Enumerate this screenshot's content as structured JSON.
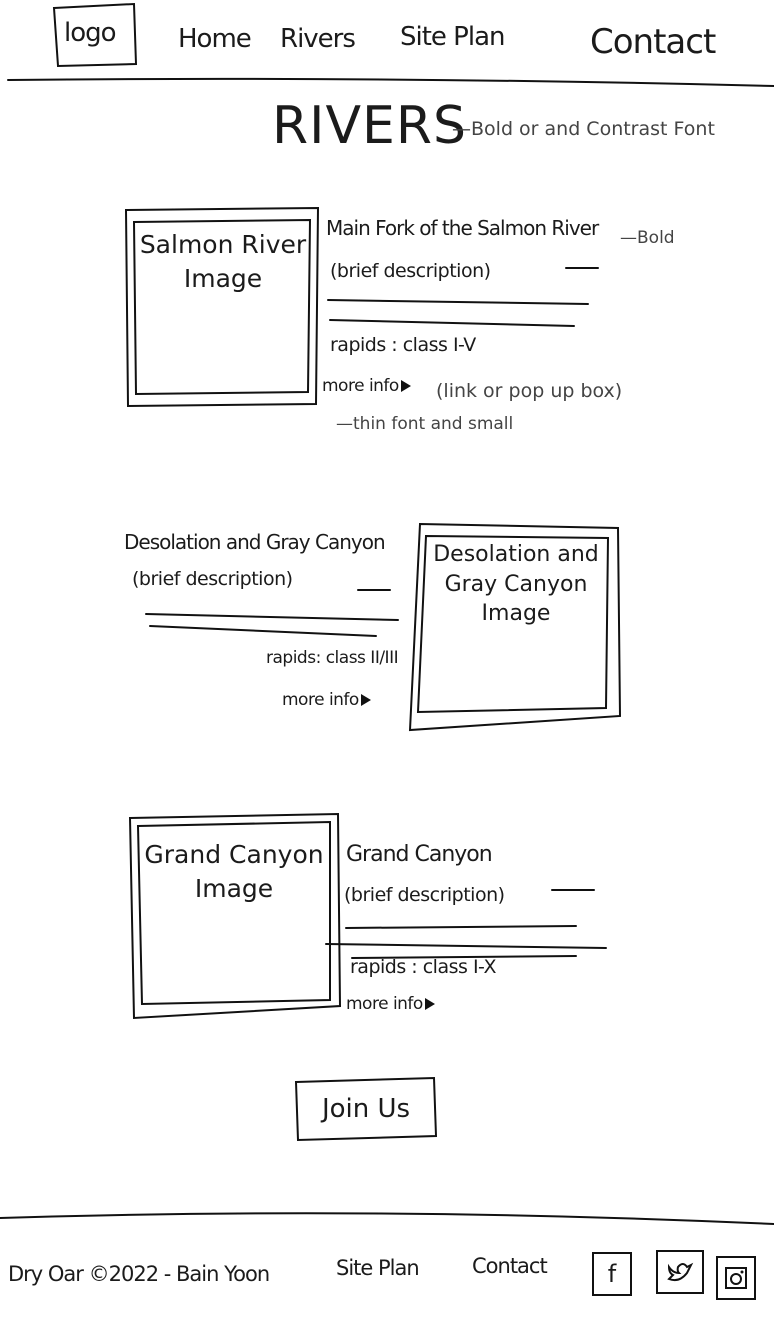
{
  "nav": {
    "logo": "logo",
    "items": [
      "Home",
      "Rivers",
      "Site Plan",
      "Contact"
    ]
  },
  "page": {
    "title": "RIVERS",
    "title_note": "—Bold or and Contrast Font"
  },
  "rivers": [
    {
      "image_label": "Salmon River Image",
      "title": "Main Fork of the Salmon River",
      "title_note": "—Bold",
      "description": "(brief description)",
      "rapids": "rapids : class I-V",
      "more_info": "more info",
      "more_info_note": "(link or pop up box)",
      "font_note": "—thin font and small"
    },
    {
      "image_label": "Desolation and Gray Canyon Image",
      "title": "Desolation and Gray Canyon",
      "description": "(brief description)",
      "rapids": "rapids: class II/III",
      "more_info": "more info"
    },
    {
      "image_label": "Grand Canyon Image",
      "title": "Grand Canyon",
      "description": "(brief description)",
      "rapids": "rapids : class I-X",
      "more_info": "more info"
    }
  ],
  "cta": {
    "join": "Join Us"
  },
  "footer": {
    "copyright": "Dry Oar ©2022 - Bain Yoon",
    "links": [
      "Site Plan",
      "Contact"
    ],
    "icons": [
      "facebook-icon",
      "twitter-icon",
      "instagram-icon"
    ]
  }
}
